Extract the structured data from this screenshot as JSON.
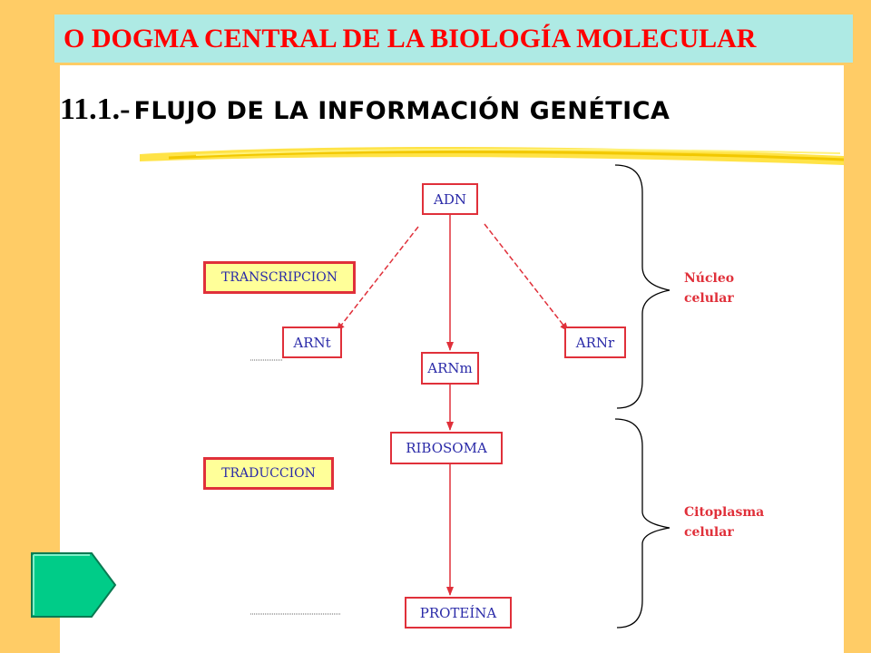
{
  "header": {
    "title": "O DOGMA CENTRAL DE LA BIOLOGÍA MOLECULAR"
  },
  "section": {
    "number": "11.1.-",
    "title": "FLUJO DE LA INFORMACIÓN GENÉTICA"
  },
  "diagram": {
    "nodes": {
      "adn": "ADN",
      "arnt": "ARNt",
      "arnm": "ARNm",
      "arnr": "ARNr",
      "ribosoma": "RIBOSOMA",
      "proteina": "PROTEÍNA"
    },
    "processes": {
      "transcription": "TRANSCRIPCION",
      "translation": "TRADUCCION"
    },
    "regions": {
      "nucleus_line1": "Núcleo",
      "nucleus_line2": "celular",
      "cytoplasm_line1": "Citoplasma",
      "cytoplasm_line2": "celular"
    }
  },
  "colors": {
    "background": "#FFCC66",
    "title_bar": "#AEEAE4",
    "title_text": "#FF0000",
    "node_border": "#E0303A",
    "node_text": "#2A2AA8",
    "highlight": "#FFFF99",
    "next_button": "#00CC88"
  },
  "icons": {
    "next": "next-arrow-icon"
  }
}
